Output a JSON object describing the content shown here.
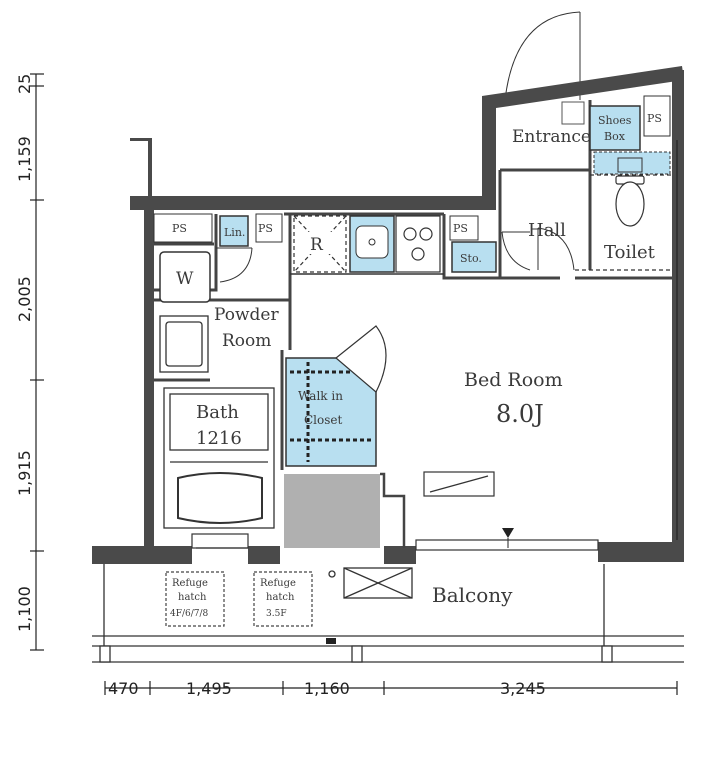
{
  "rooms": {
    "entrance": "Entrance",
    "hall": "Hall",
    "toilet": "Toilet",
    "powder_room_1": "Powder",
    "powder_room_2": "Room",
    "bed_room": "Bed Room",
    "bed_room_size": "8.0J",
    "walk_in_closet_1": "Walk in",
    "walk_in_closet_2": "Closet",
    "bath": "Bath",
    "bath_size": "1216",
    "balcony": "Balcony"
  },
  "fixtures": {
    "ps": "PS",
    "lin": "Lin.",
    "sto": "Sto.",
    "w": "W",
    "r": "R",
    "shoes_box_1": "Shoes",
    "shoes_box_2": "Box"
  },
  "hatches": {
    "left_1": "Refuge",
    "left_2": "hatch",
    "left_3": "4F/6/7/8",
    "right_1": "Refuge",
    "right_2": "hatch",
    "right_3": "3.5F"
  },
  "dimensions": {
    "vertical": [
      "25",
      "1,159",
      "2,005",
      "1,915",
      "1,100"
    ],
    "horizontal": [
      "470",
      "1,495",
      "1,160",
      "3,245"
    ]
  },
  "colors": {
    "wall": "#4a4a4a",
    "highlight": "#b8dff0",
    "floor_gray": "#b0b0b0"
  }
}
